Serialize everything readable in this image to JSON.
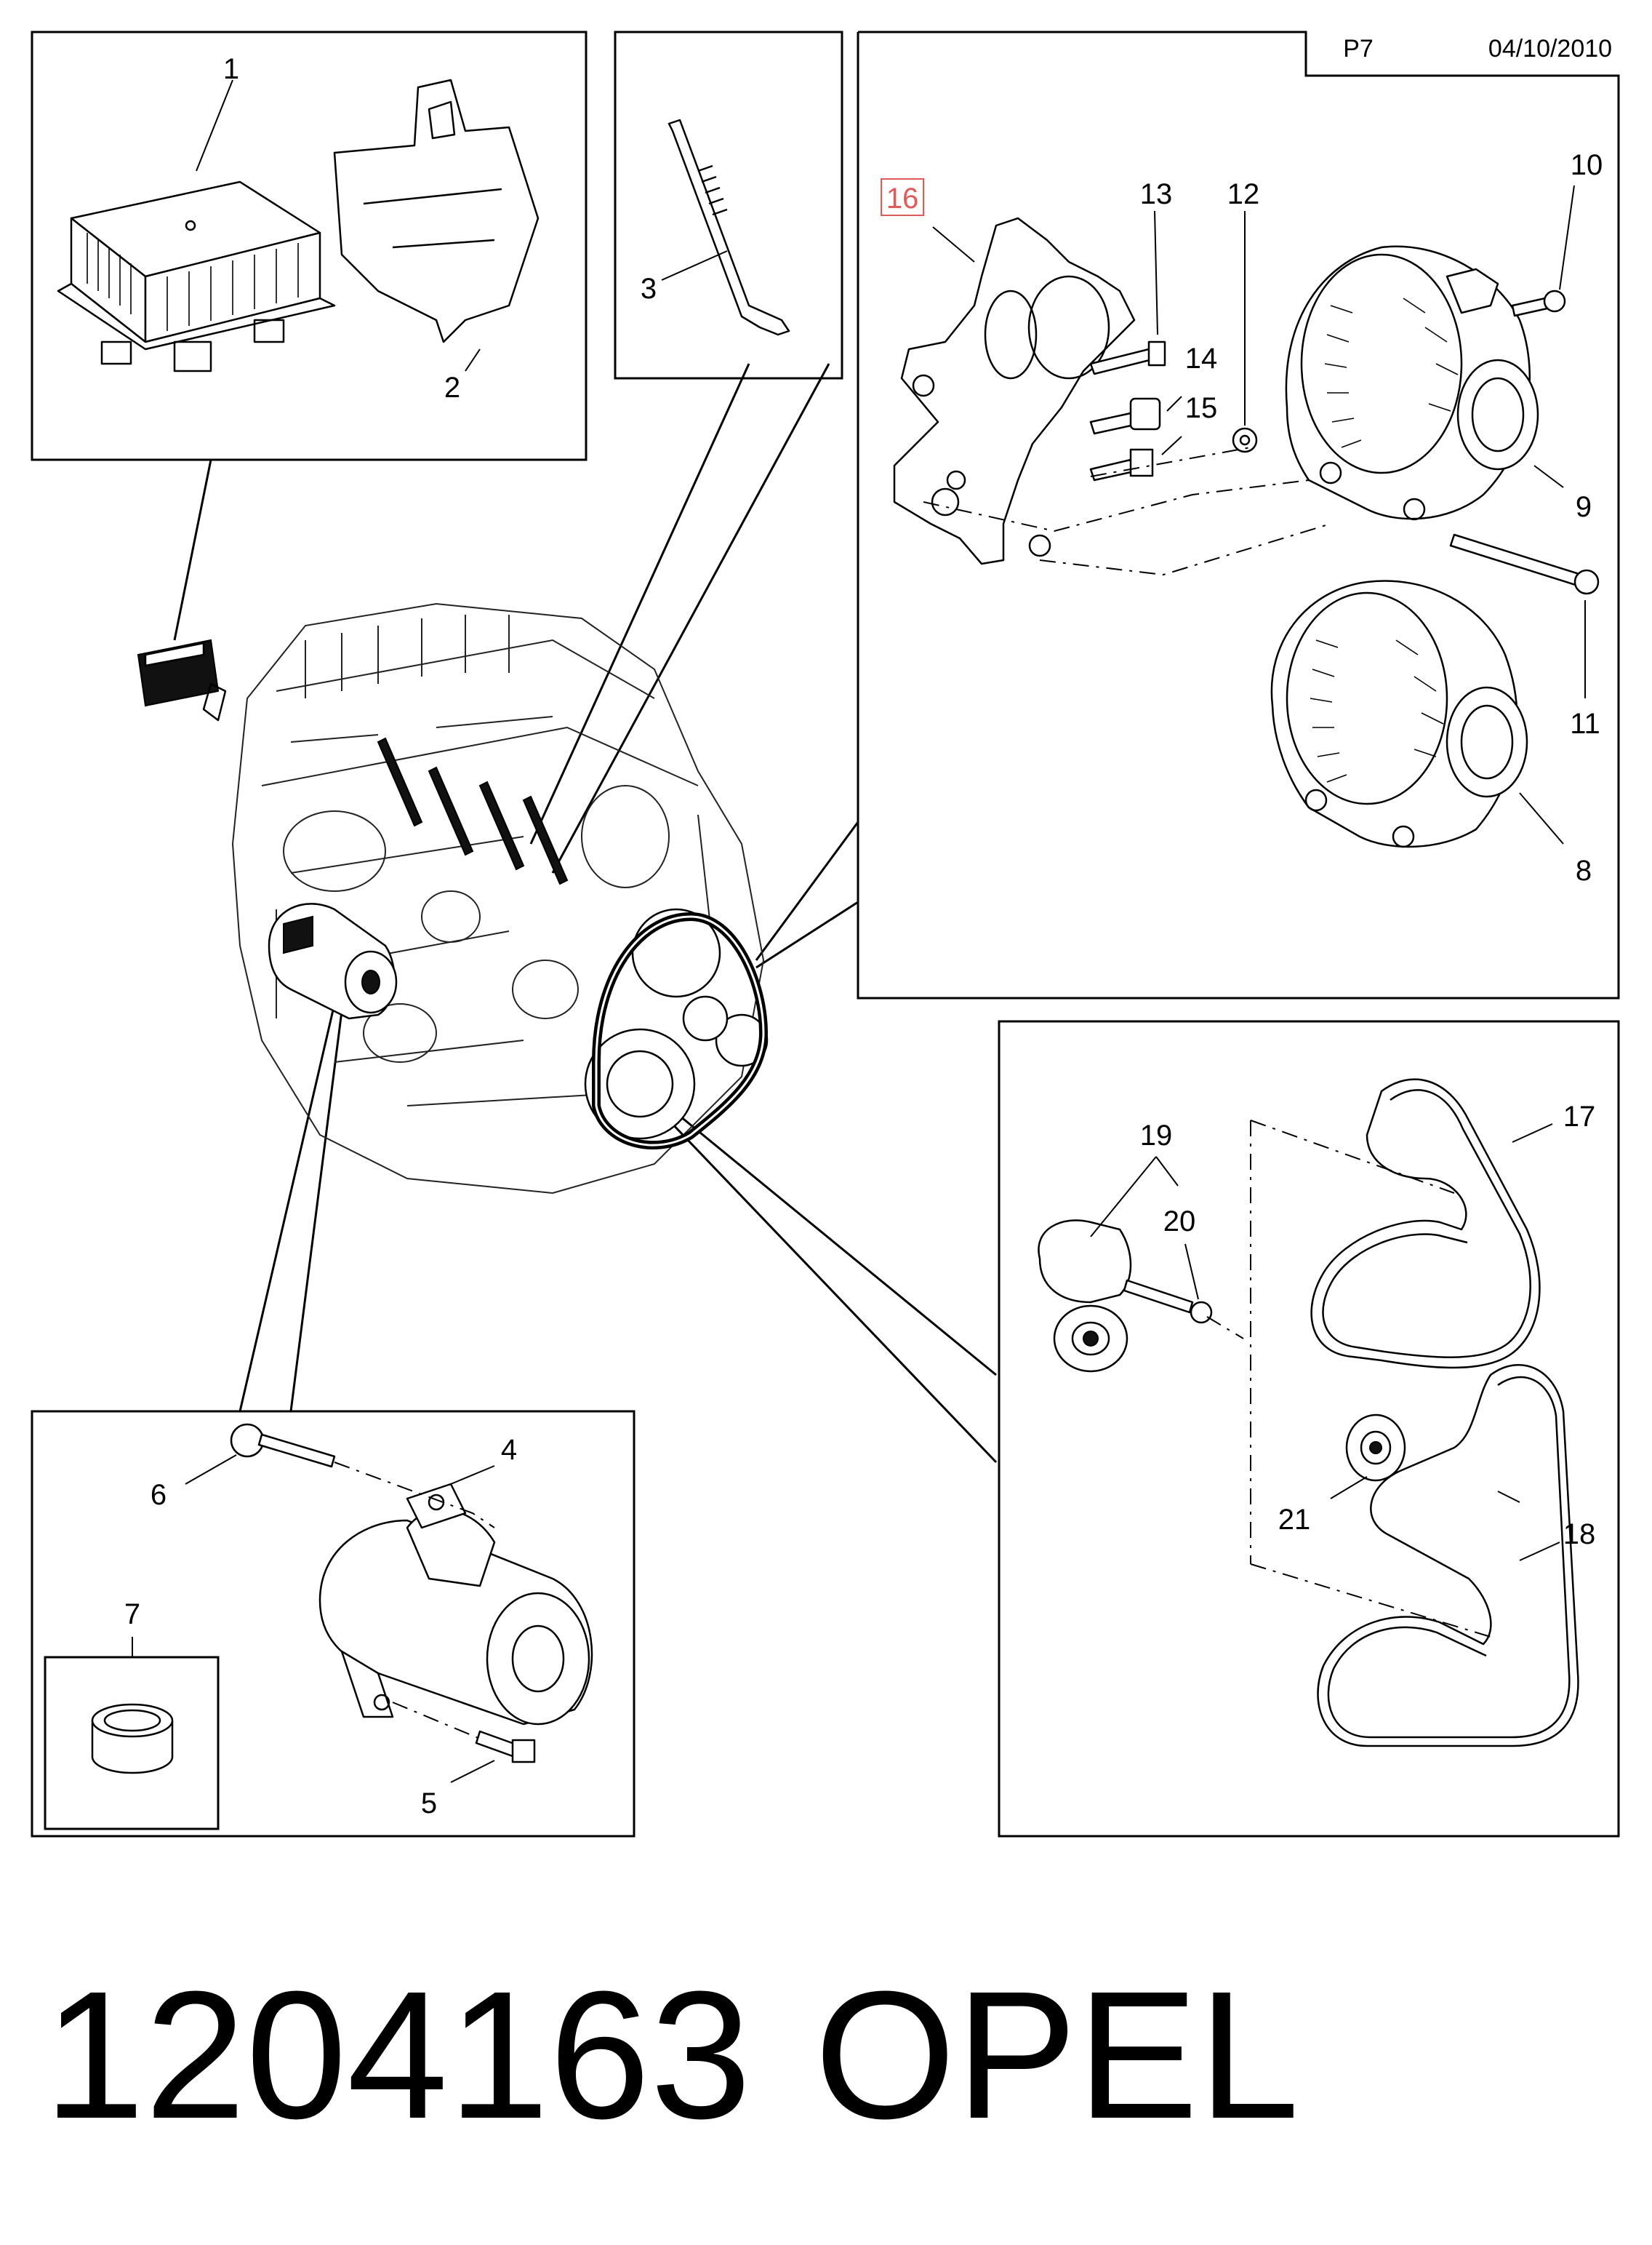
{
  "header": {
    "page_code": "P7",
    "date": "04/10/2010"
  },
  "callouts": {
    "c1": "1",
    "c2": "2",
    "c3": "3",
    "c4": "4",
    "c5": "5",
    "c6": "6",
    "c7": "7",
    "c8": "8",
    "c9": "9",
    "c10": "10",
    "c11": "11",
    "c12": "12",
    "c13": "13",
    "c14": "14",
    "c15": "15",
    "c16": "16",
    "c17": "17",
    "c18": "18",
    "c19": "19",
    "c20": "20",
    "c21": "21"
  },
  "highlight": {
    "callout": "16",
    "color": "#e05a5a"
  },
  "footer": {
    "part_number": "1204163",
    "brand": "OPEL"
  }
}
